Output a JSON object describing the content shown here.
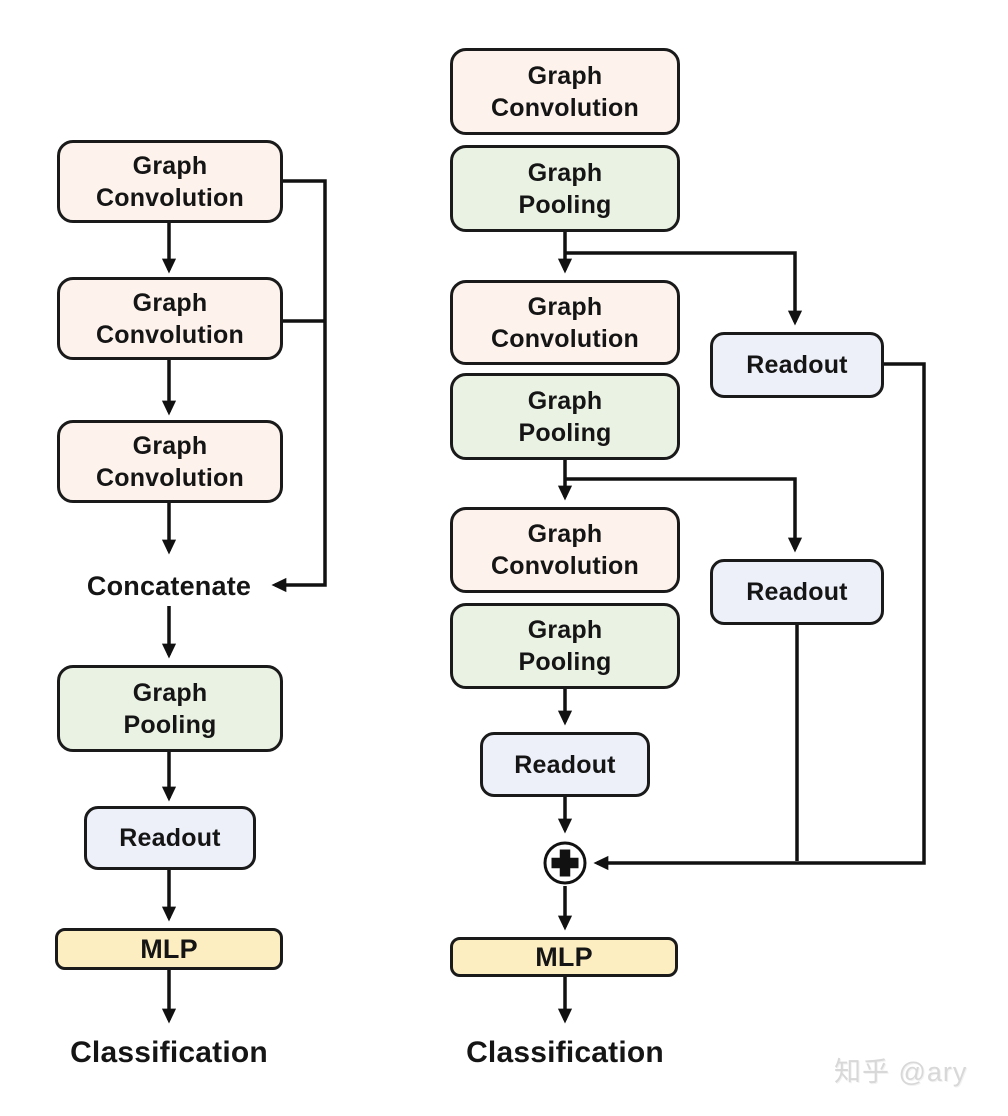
{
  "colors": {
    "conv-fill": "#fdf3ec",
    "pool-fill": "#eaf2e4",
    "readout-fill": "#edf0f9",
    "mlp-fill": "#fdeec1",
    "border": "#1a1a1a",
    "line": "#111111",
    "watermark": "#d8d8d8"
  },
  "left_pipeline": {
    "conv1": "Graph\nConvolution",
    "conv2": "Graph\nConvolution",
    "conv3": "Graph\nConvolution",
    "concatenate": "Concatenate",
    "pooling": "Graph\nPooling",
    "readout": "Readout",
    "mlp": "MLP",
    "output": "Classification"
  },
  "right_pipeline": {
    "conv1": "Graph\nConvolution",
    "pool1": "Graph\nPooling",
    "conv2": "Graph\nConvolution",
    "pool2": "Graph\nPooling",
    "conv3": "Graph\nConvolution",
    "pool3": "Graph\nPooling",
    "readout_skip1": "Readout",
    "readout_skip2": "Readout",
    "readout_main": "Readout",
    "sum_symbol": "+",
    "mlp": "MLP",
    "output": "Classification"
  },
  "watermark": "知乎 @ary"
}
